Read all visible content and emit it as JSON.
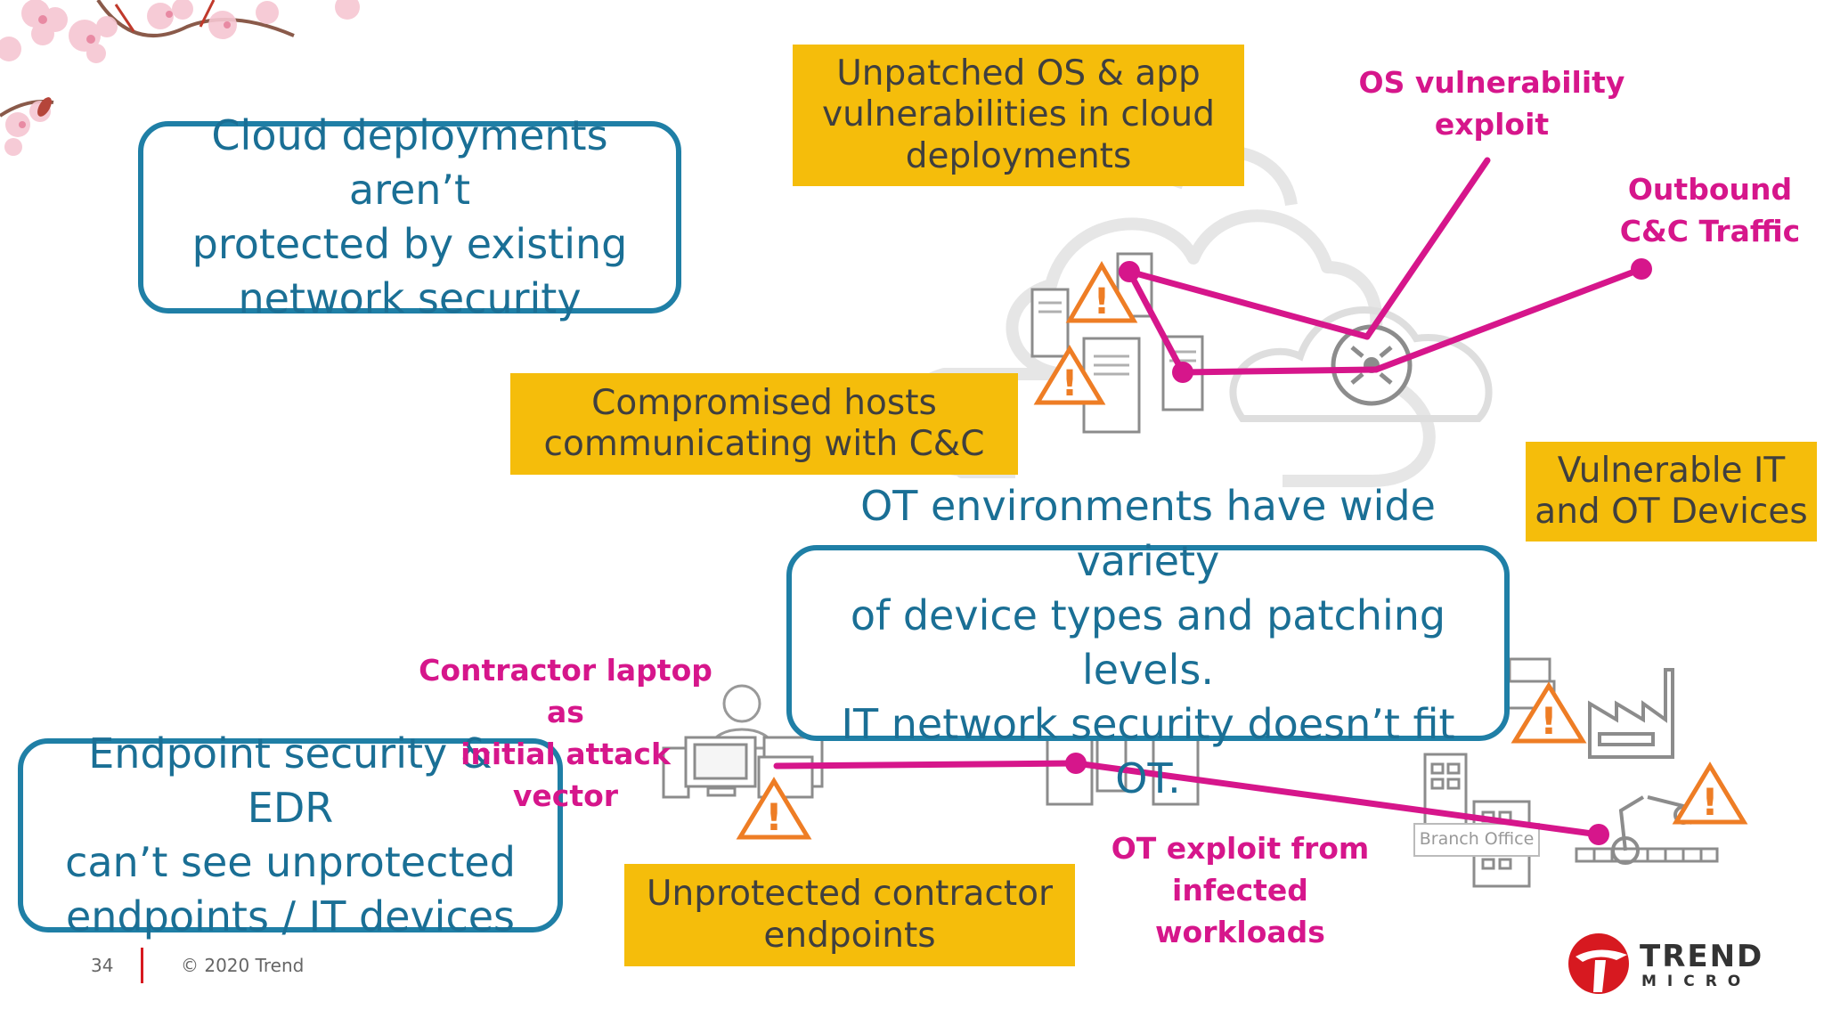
{
  "slide": {
    "callouts": {
      "cloud": "Cloud deployments aren’t\nprotected by existing\nnetwork security",
      "ot": "OT environments have wide variety\nof device types and patching levels.\nIT network security doesn’t fit OT.",
      "endpoint": "Endpoint security & EDR\ncan’t see unprotected\nendpoints / IT devices"
    },
    "boxes": {
      "unpatched": "Unpatched OS & app\nvulnerabilities in cloud\ndeployments",
      "compromised": "Compromised hosts\ncommunicating with C&C",
      "vulnerable_it": "Vulnerable IT\nand OT Devices",
      "contractor_endpoints": "Unprotected contractor\nendpoints"
    },
    "labels": {
      "os_vuln": "OS vulnerability\nexploit",
      "outbound": "Outbound\nC&C Traffic",
      "contractor_laptop": "Contractor laptop as\ninitial attack vector",
      "ot_exploit": "OT exploit from\ninfected workloads",
      "branch_office": "Branch Office"
    },
    "footer": {
      "page_number": "34",
      "copyright": "© 2020 Trend"
    },
    "logo": {
      "name_top": "TREND",
      "name_bottom": "MICRO"
    },
    "colors": {
      "callout_border": "#1f7fa6",
      "callout_text": "#1a6f95",
      "box_fill": "#f5bd0b",
      "attack_path": "#d6168b",
      "warning": "#ee7d25",
      "logo_red": "#d71920"
    },
    "icons": [
      "cherry-blossom-icon",
      "cloud-icon",
      "server-icon",
      "warning-icon",
      "router-icon",
      "user-icon",
      "desktop-computer-icon",
      "printer-icon",
      "factory-icon",
      "office-building-icon",
      "robot-arm-icon",
      "conveyor-icon"
    ]
  }
}
